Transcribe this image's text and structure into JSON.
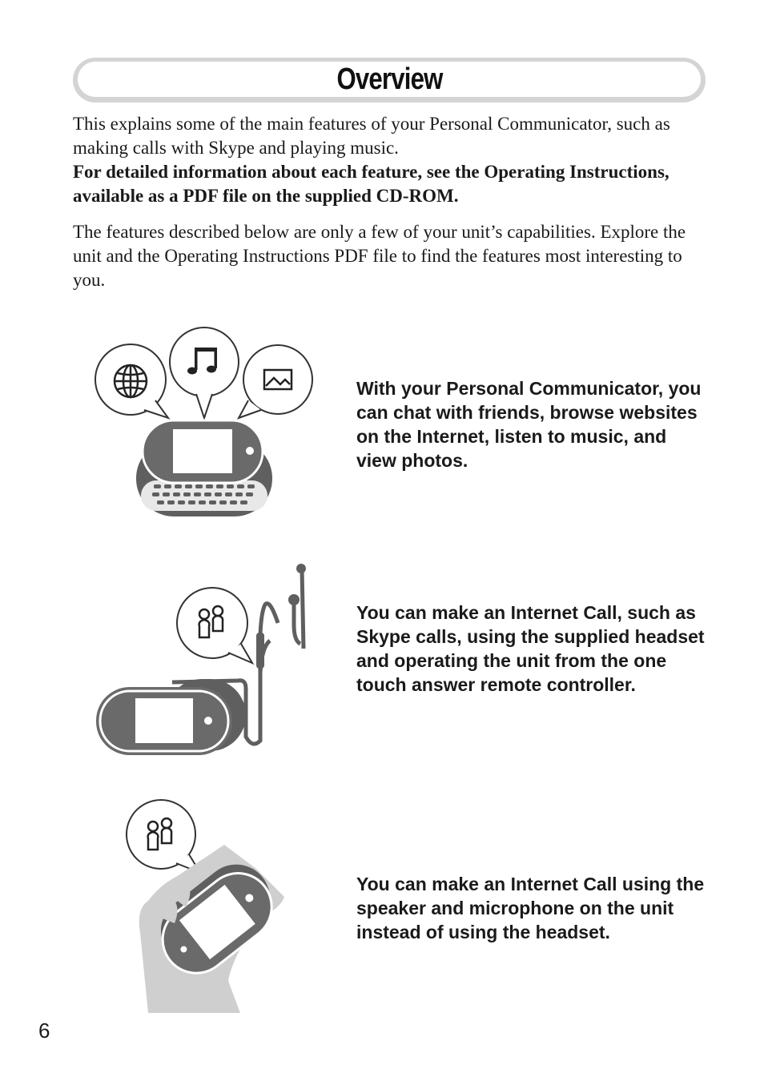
{
  "header": {
    "title": "Overview"
  },
  "intro": {
    "paragraph": "This explains some of the main features of your Personal Communicator, such as making calls with Skype and playing music.",
    "bold_paragraph": "For detailed information about each feature, see the Operating Instructions, available as a PDF file on the supplied CD-ROM.",
    "paragraph2": "The features described below are only a few of your unit’s capabilities. Explore the unit and the Operating Instructions PDF file to find the features most interesting to you."
  },
  "features": [
    {
      "text": "With your Personal Communicator, you can chat with friends, browse websites on the Internet, listen to music, and view photos.",
      "icons": [
        "globe-icon",
        "music-note-icon",
        "photo-icon"
      ]
    },
    {
      "text": "You can make an Internet Call, such as Skype calls, using the supplied headset and operating the unit from the one touch answer remote controller.",
      "icons": [
        "contacts-icon",
        "headset-icon"
      ]
    },
    {
      "text": "You can make an Internet Call using the speaker and microphone on the unit instead of using the headset.",
      "icons": [
        "contacts-icon",
        "hand-holding-device-icon"
      ]
    }
  ],
  "footer": {
    "page_number": "6"
  },
  "colors": {
    "device_dark": "#5f5f5f",
    "device_mid": "#7a7a7a",
    "hand_gray": "#cfcfcf",
    "title_border": "#d4d4d4"
  }
}
